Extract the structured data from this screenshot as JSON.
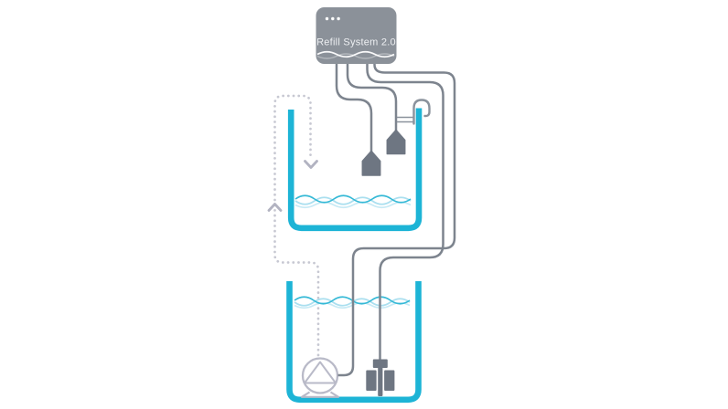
{
  "title": "Refill System 2.0",
  "controller": {
    "label": "Refill System 2.0",
    "status_dots": 3,
    "body_color": "#8b9199",
    "text_color": "#edeff2"
  },
  "colors": {
    "tank_glass": "#1db4d6",
    "wave_primary": "#35b9d6",
    "wave_light": "#aadfef",
    "cable_gray": "#7d848e",
    "sensor_dark_gray": "#6e7682",
    "pump_light_gray": "#b9bac8",
    "flow_dotted_gray": "#c7c8d2",
    "flow_arrow_gray": "#b2b3c1",
    "hook_gray": "#8a929c",
    "background": "#ffffff"
  },
  "icons": {
    "controller_box": "refill-controller",
    "power_dots": "three-status-dots",
    "controller_wave": "water-wave-logo",
    "upper_tank": "aquarium-tank",
    "lower_tank": "reservoir-tank",
    "sensor_low": "hanging-level-sensor",
    "sensor_high": "hanging-level-sensor",
    "rim_hook": "tank-rim-hook",
    "sensor_clamp": "rim-clamp",
    "pump": "circulation-pump",
    "float_switch": "float-switch",
    "flow_path": "dotted-refill-flow",
    "flow_arrow_up": "chevron-up",
    "flow_arrow_down": "chevron-down"
  }
}
